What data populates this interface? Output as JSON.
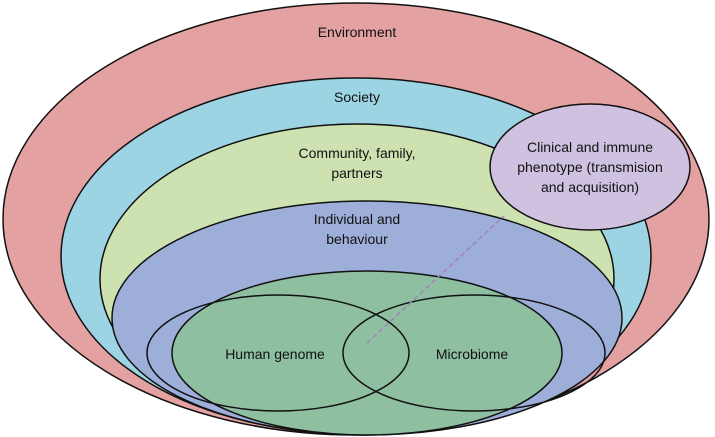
{
  "diagram": {
    "layers": [
      {
        "id": "environment",
        "label_lines": [
          "Environment"
        ],
        "fill": "#e3a1a2"
      },
      {
        "id": "society",
        "label_lines": [
          "Society"
        ],
        "fill": "#9dd4e3"
      },
      {
        "id": "community",
        "label_lines": [
          "Community, family,",
          "partners"
        ],
        "fill": "#cde2b0"
      },
      {
        "id": "individual",
        "label_lines": [
          "Individual and",
          "behaviour"
        ],
        "fill": "#9daed8"
      },
      {
        "id": "core",
        "label_lines": [],
        "fill": "#8fbfa1"
      }
    ],
    "venn": {
      "left_label": "Human genome",
      "right_label": "Microbiome"
    },
    "phenotype": {
      "label_lines": [
        "Clinical and immune",
        "phenotype (transmision",
        "and acquisition)"
      ],
      "fill": "#cfc2e0"
    },
    "connector_color": "#a57bbf",
    "stroke_color": "#111111"
  }
}
